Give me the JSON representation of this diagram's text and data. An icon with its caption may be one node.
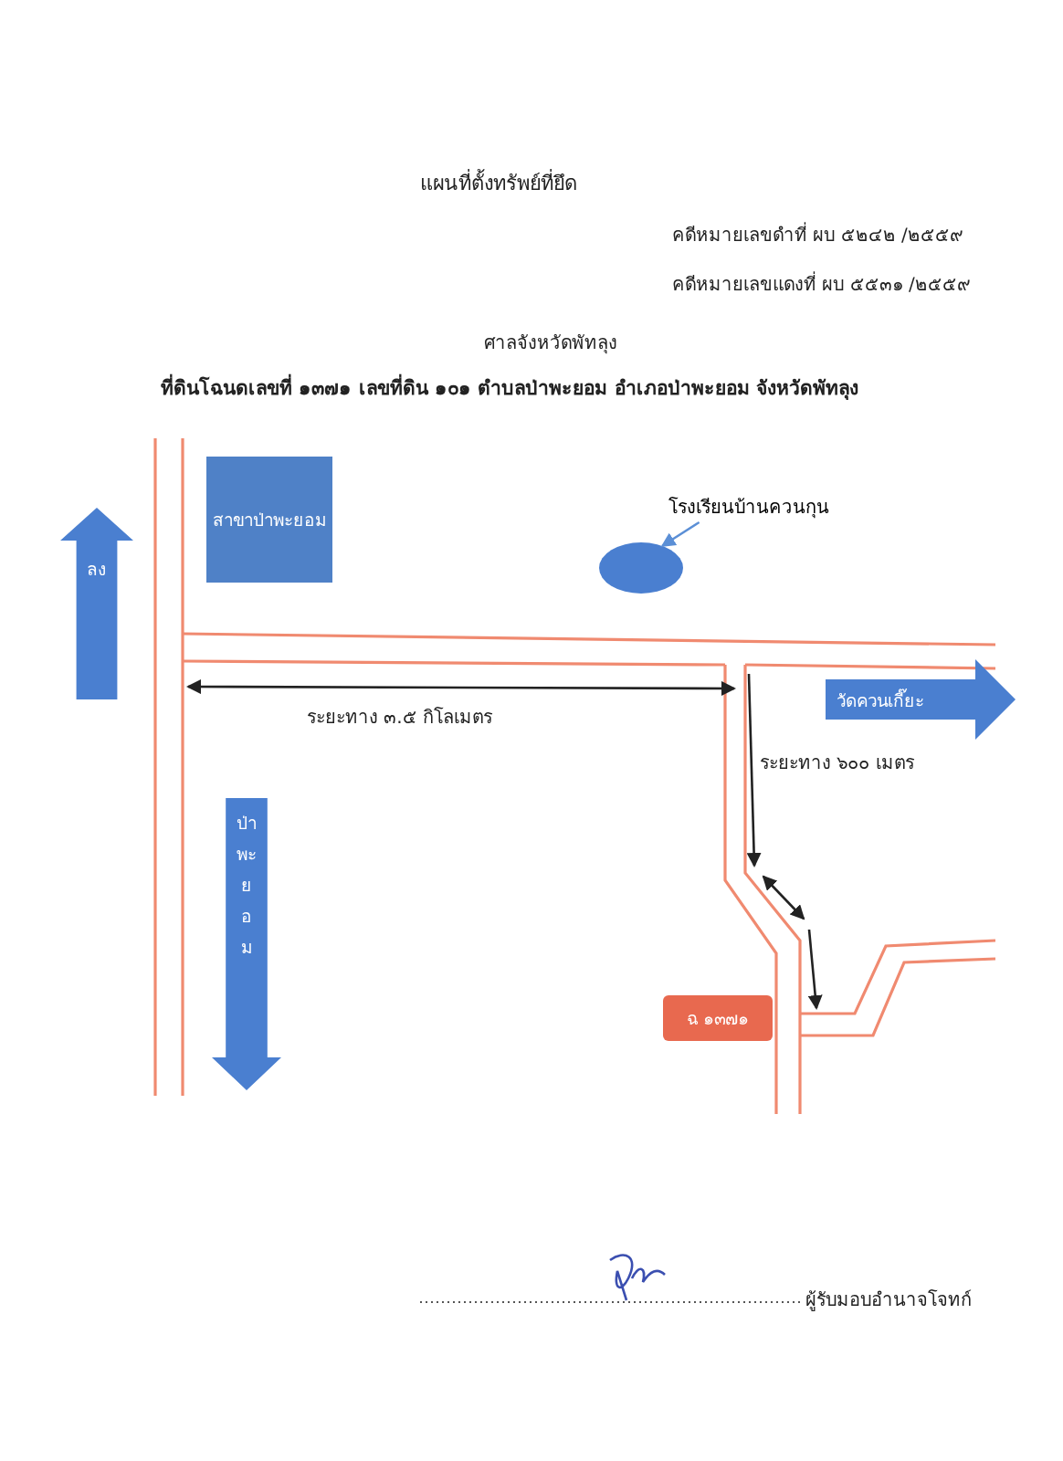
{
  "diagram": {
    "title": "แผนที่ตั้งทรัพย์ที่ยึด",
    "nodes": [
      {
        "text": [
          "สาขาป่าพะยอม"
        ]
      },
      {
        "text": [
          "โรงเรียนบ้านควนกุน"
        ]
      },
      {
        "text": [
          "ลง"
        ]
      },
      {
        "text": [],
        "shape": "circle"
      },
      {
        "text": [
          "วัดควนเกี๊ยะ"
        ]
      },
      {
        "text": [
          "ป่าพะยอม"
        ]
      },
      {
        "text": [
          "ฉ ๑๓๗๑"
        ]
      }
    ],
    "edges": [
      {
        "from": 1,
        "to": 3,
        "arrow": "to"
      }
    ],
    "labels": [
      "คดีหมายเลขดำที่ ผบ ๕๒๔๒ /๒๕๕๙",
      "คดีหมายเลขแดงที่ ผบ ๕๕๓๑ /๒๕๕๙",
      "ศาลจังหวัดพัทลุง",
      "ที่ดินโฉนดเลขที่ ๑๓๗๑ เลขที่ดิน ๑๐๑ ตำบลป่าพะยอม อำเภอป่าพะยอม จังหวัดพัทลุง",
      "ระยะทาง ๓.๕ กิโลเมตร",
      "ระยะทาง ๖๐๐ เมตร",
      "ผู้รับมอบอำนาจโจทก์"
    ]
  }
}
